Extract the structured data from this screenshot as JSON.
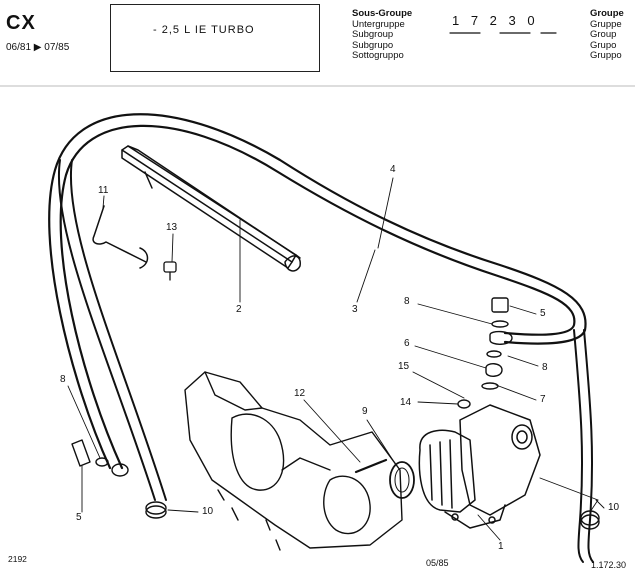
{
  "header": {
    "model": "CX",
    "date_range": "06/81 ▶ 07/85",
    "engine": "- 2,5 L IE TURBO",
    "subgroup_labels": [
      "Sous-Groupe",
      "Untergruppe",
      "Subgroup",
      "Subgrupo",
      "Sottogruppo"
    ],
    "subgroup_code": "1 7 2  3 0",
    "group_labels": [
      "Groupe",
      "Gruppe",
      "Group",
      "Grupo",
      "Gruppo"
    ]
  },
  "callouts": [
    "1",
    "2",
    "3",
    "4",
    "5",
    "5",
    "6",
    "7",
    "8",
    "8",
    "8",
    "9",
    "10",
    "10",
    "11",
    "12",
    "13",
    "14",
    "15"
  ],
  "footer": {
    "left": "2192",
    "middle": "05/85",
    "right": "1.172.30"
  }
}
